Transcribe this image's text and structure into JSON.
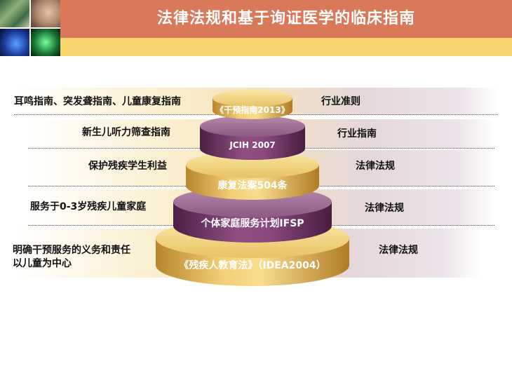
{
  "header": {
    "title": "法律法规和基于询证医学的临床指南"
  },
  "pyramid": {
    "tiers": [
      {
        "label": "《干预指南2013》",
        "left_text": "耳鸣指南、突发聋指南、儿童康复指南",
        "right_text": "行业准则",
        "color": "gold"
      },
      {
        "label": "JCIH 2007",
        "left_text": "新生儿听力筛查指南",
        "right_text": "行业指南",
        "color": "purple"
      },
      {
        "label": "康复法案504条",
        "left_text": "保护残疾学生利益",
        "right_text": "法律法规",
        "color": "gold"
      },
      {
        "label": "个体家庭服务计划IFSP",
        "left_text": "服务于0-3岁残疾儿童家庭",
        "right_text": "法律法规",
        "color": "purple"
      },
      {
        "label": "《残疾人教育法》（IDEA2004）",
        "left_text_line1": "明确干预服务的义务和责任",
        "left_text_line2": "以儿童为中心",
        "right_text": "法律法规",
        "color": "gold"
      }
    ]
  },
  "colors": {
    "header_band": "#d9795a",
    "header_stripe": "#f9d56f",
    "gold": "#e9b94c",
    "purple": "#7e3f70"
  }
}
